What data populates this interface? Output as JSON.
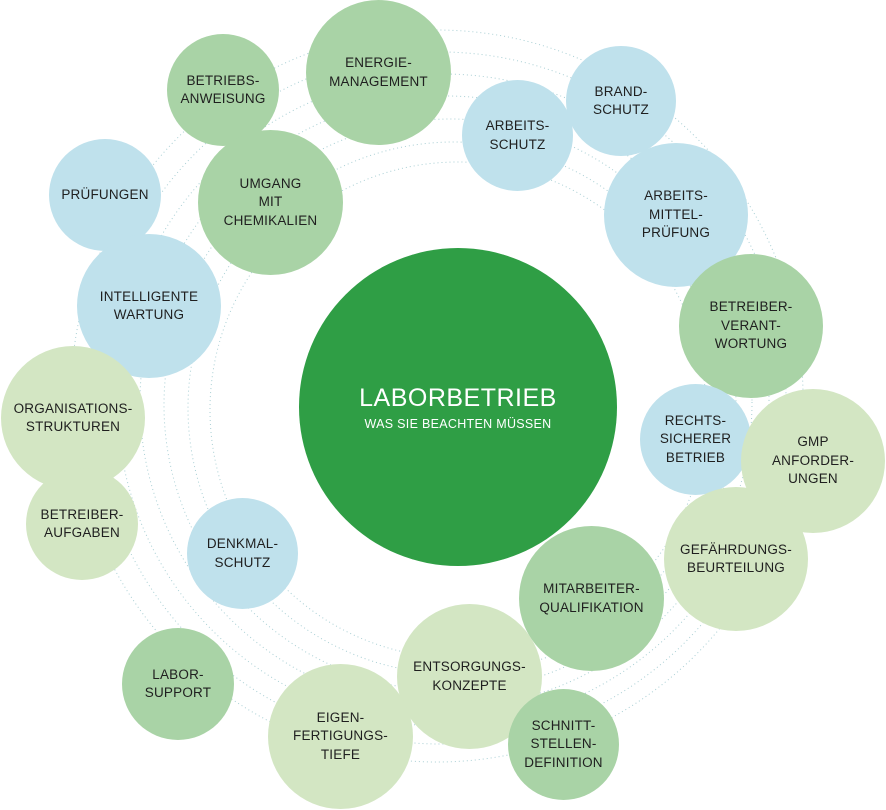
{
  "colors": {
    "center": "#2f9e45",
    "blue": "#bfe1ec",
    "green_mid": "#a9d3a6",
    "green_light": "#d3e6c3",
    "ring": "#a9cfd4"
  },
  "center": {
    "title": "LABORBETRIEB",
    "subtitle": "WAS SIE BEACHTEN MÜSSEN"
  },
  "bubbles": [
    {
      "id": "betriebsanweisung",
      "text": "BETRIEBS-\nANWEISUNG",
      "color": "green_mid"
    },
    {
      "id": "energiemanagement",
      "text": "ENERGIE-\nMANAGEMENT",
      "color": "green_mid"
    },
    {
      "id": "brandschutz",
      "text": "BRAND-\nSCHUTZ",
      "color": "blue"
    },
    {
      "id": "arbeitsschutz",
      "text": "ARBEITS-\nSCHUTZ",
      "color": "blue"
    },
    {
      "id": "pruefungen",
      "text": "PRÜFUNGEN",
      "color": "blue"
    },
    {
      "id": "umgang-chemikalien",
      "text": "UMGANG\nMIT\nCHEMIKALIEN",
      "color": "green_mid"
    },
    {
      "id": "arbeitsmittelpruefung",
      "text": "ARBEITS-\nMITTEL-\nPRÜFUNG",
      "color": "blue"
    },
    {
      "id": "intelligente-wartung",
      "text": "INTELLIGENTE\nWARTUNG",
      "color": "blue"
    },
    {
      "id": "betreiberverantwortung",
      "text": "BETREIBER-\nVERANT-\nWORTUNG",
      "color": "green_mid"
    },
    {
      "id": "organisationsstrukturen",
      "text": "ORGANISATIONS-\nSTRUKTUREN",
      "color": "green_light"
    },
    {
      "id": "rechtssicherer-betrieb",
      "text": "RECHTS-\nSICHERER\nBETRIEB",
      "color": "blue"
    },
    {
      "id": "gmp-anforderungen",
      "text": "GMP\nANFORDER-\nUNGEN",
      "color": "green_light"
    },
    {
      "id": "betreiberaufgaben",
      "text": "BETREIBER-\nAUFGABEN",
      "color": "green_light"
    },
    {
      "id": "denkmalschutz",
      "text": "DENKMAL-\nSCHUTZ",
      "color": "blue"
    },
    {
      "id": "gefaehrdungsbeurteilung",
      "text": "GEFÄHRDUNGS-\nBEURTEILUNG",
      "color": "green_light"
    },
    {
      "id": "mitarbeiterqualifikation",
      "text": "MITARBEITER-\nQUALIFIKATION",
      "color": "green_mid"
    },
    {
      "id": "laborsupport",
      "text": "LABOR-\nSUPPORT",
      "color": "green_mid"
    },
    {
      "id": "entsorgungskonzepte",
      "text": "ENTSORGUNGS-\nKONZEPTE",
      "color": "green_light"
    },
    {
      "id": "schnittstellendefinition",
      "text": "SCHNITT-\nSTELLEN-\nDEFINITION",
      "color": "green_mid"
    },
    {
      "id": "eigenfertigungstiefe",
      "text": "EIGEN-\nFERTIGUNGS-\nTIEFE",
      "color": "green_light"
    }
  ]
}
